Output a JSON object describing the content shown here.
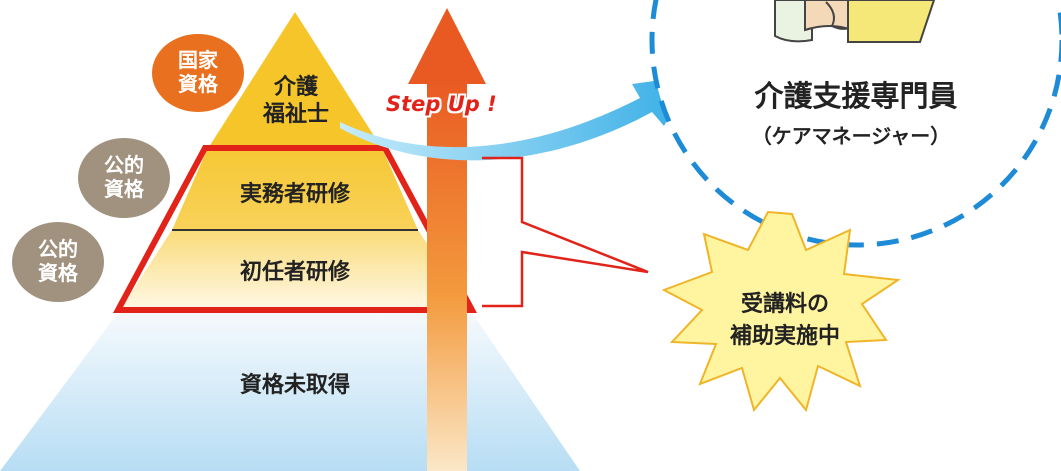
{
  "pyramid": {
    "top_label": "介護\n福祉士",
    "middle_label": "実務者研修",
    "lower_label": "初任者研修",
    "base_label": "資格未取得"
  },
  "badges": [
    {
      "label": "国家\n資格",
      "color": "#E8701E"
    },
    {
      "label": "公的\n資格",
      "color": "#A0927F"
    },
    {
      "label": "公的\n資格",
      "color": "#A0927F"
    }
  ],
  "step_up": "Step Up !",
  "target": {
    "title": "介護支援専門員",
    "subtitle": "（ケアマネージャー）"
  },
  "burst": {
    "line1": "受講料の",
    "line2": "補助実施中"
  },
  "colors": {
    "pyramid_yellow": "#F5C52A",
    "highlight_red": "#E2231A",
    "arrow_orange": "#F0622A",
    "arrow_blue": "#45B8E8",
    "dashed_blue": "#1E8BD6",
    "burst_fill": "#FFF5A0",
    "burst_stroke": "#F0B429"
  }
}
